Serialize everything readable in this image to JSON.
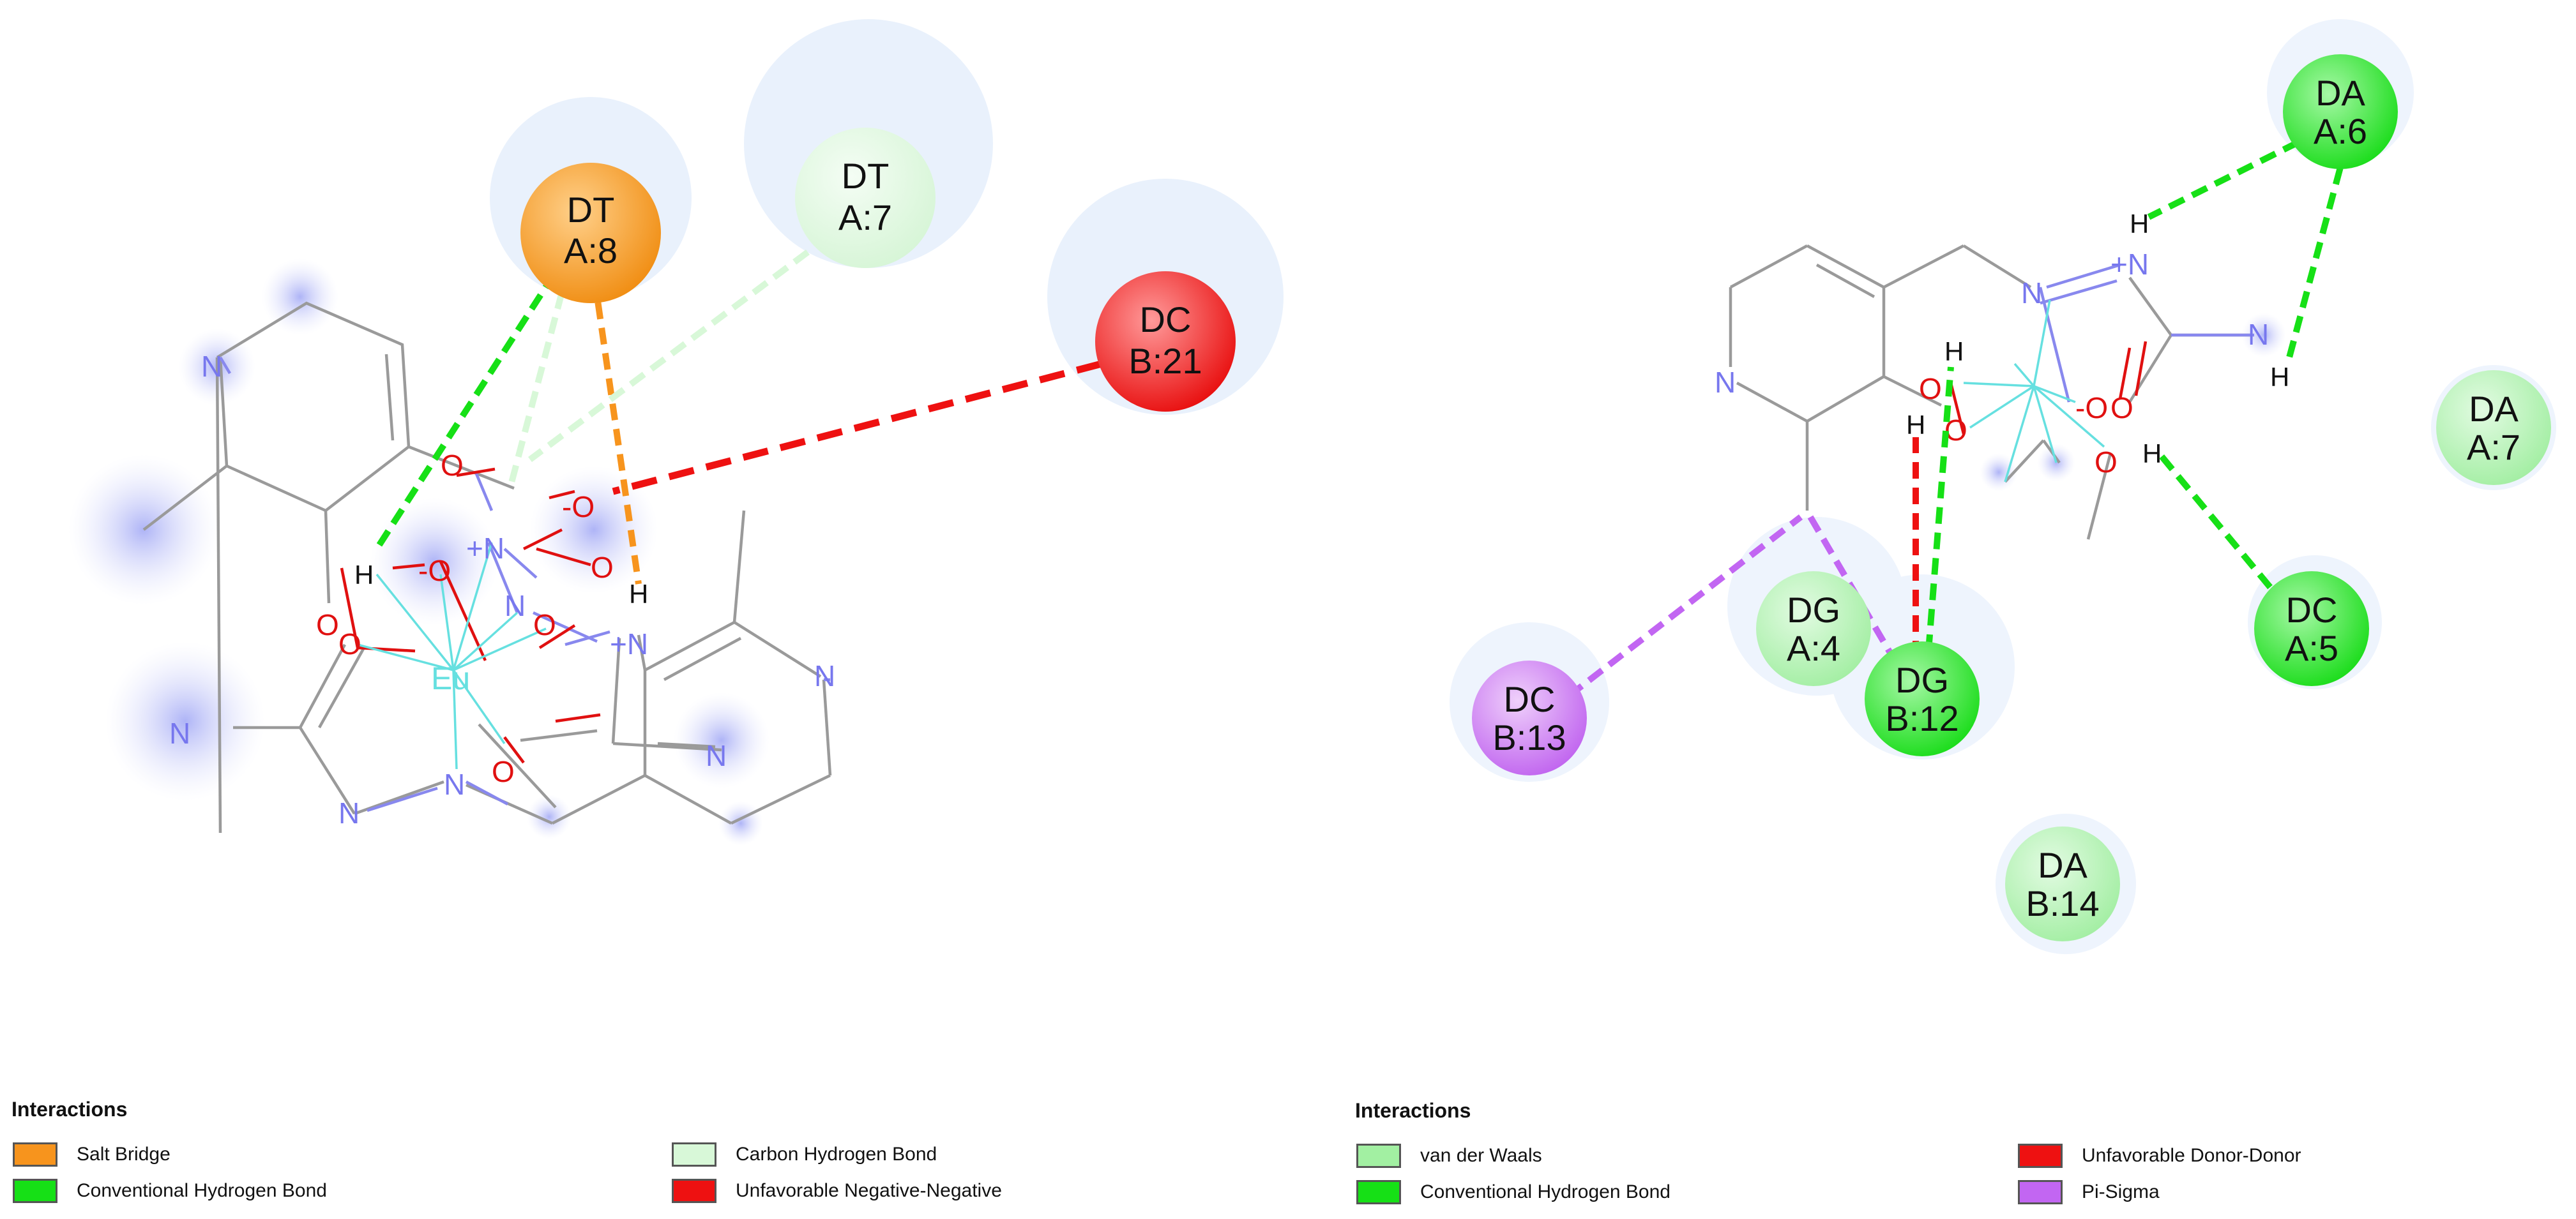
{
  "colors": {
    "salt_bridge": "#f7941d",
    "conventional_hydrogen_bond": "#16e016",
    "carbon_hydrogen_bond": "#d8f8d8",
    "unfavorable_negative_negative": "#ee1111",
    "van_der_waals": "#a2f0a2",
    "unfavorable_donor_donor": "#ee1111",
    "pi_sigma": "#c266f2"
  },
  "left_diagram": {
    "residues": [
      {
        "name": "DT",
        "id": "A:8",
        "interaction": "salt_bridge"
      },
      {
        "name": "DT",
        "id": "A:7",
        "interaction": "carbon_hydrogen_bond"
      },
      {
        "name": "DC",
        "id": "B:21",
        "interaction": "unfavorable_negative_negative"
      }
    ],
    "atoms": {
      "eu": "Eu",
      "n": "N",
      "o": "O",
      "h": "H",
      "n_plus": "+N",
      "o_minus": "-O"
    }
  },
  "right_diagram": {
    "residues": [
      {
        "name": "DA",
        "id": "A:6",
        "interaction": "conventional_hydrogen_bond"
      },
      {
        "name": "DA",
        "id": "A:7",
        "interaction": "van_der_waals"
      },
      {
        "name": "DC",
        "id": "A:5",
        "interaction": "conventional_hydrogen_bond"
      },
      {
        "name": "DG",
        "id": "A:4",
        "interaction": "van_der_waals"
      },
      {
        "name": "DG",
        "id": "B:12",
        "interaction": "conventional_hydrogen_bond"
      },
      {
        "name": "DC",
        "id": "B:13",
        "interaction": "pi_sigma"
      },
      {
        "name": "DA",
        "id": "B:14",
        "interaction": "van_der_waals"
      }
    ]
  },
  "legend_left": {
    "title": "Interactions",
    "items": [
      {
        "label": "Salt Bridge",
        "color": "#f7941d"
      },
      {
        "label": "Conventional Hydrogen Bond",
        "color": "#16e016"
      },
      {
        "label": "Carbon Hydrogen Bond",
        "color": "#d8f8d8"
      },
      {
        "label": "Unfavorable Negative-Negative",
        "color": "#ee1111"
      }
    ]
  },
  "legend_right": {
    "title": "Interactions",
    "items": [
      {
        "label": "van der Waals",
        "color": "#a2f0a2"
      },
      {
        "label": "Conventional Hydrogen Bond",
        "color": "#16e016"
      },
      {
        "label": "Unfavorable Donor-Donor",
        "color": "#ee1111"
      },
      {
        "label": "Pi-Sigma",
        "color": "#c266f2"
      }
    ]
  }
}
